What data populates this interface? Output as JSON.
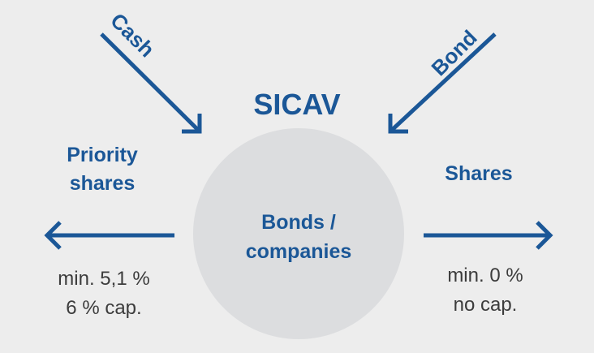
{
  "title": "SICAV",
  "center": {
    "line1": "Bonds /",
    "line2": "companies"
  },
  "inputs": [
    {
      "label": "Cash"
    },
    {
      "label": "Bond"
    }
  ],
  "outputs": {
    "left": {
      "label_line1": "Priority",
      "label_line2": "shares",
      "note_line1": "min. 5,1 %",
      "note_line2": "6 % cap."
    },
    "right": {
      "label": "Shares",
      "note_line1": "min. 0 %",
      "note_line2": "no cap."
    }
  },
  "colors": {
    "accent": "#1b5797",
    "background": "#ededed",
    "circle": "#dcdddf",
    "note": "#3c3c3c"
  }
}
